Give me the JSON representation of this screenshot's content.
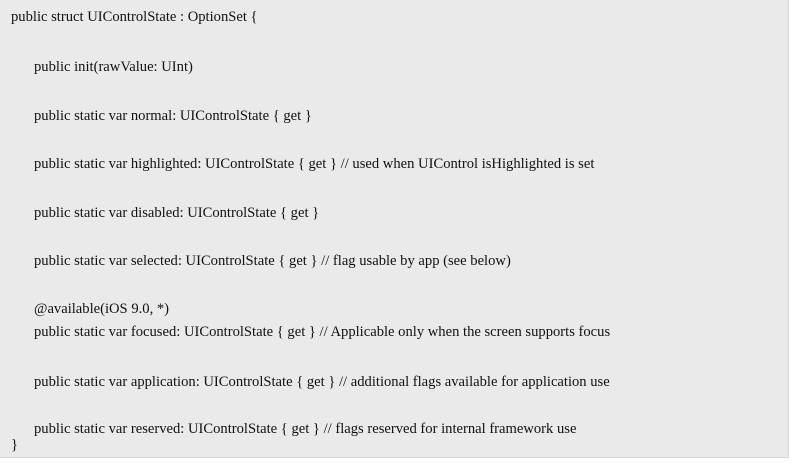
{
  "code": {
    "lines": [
      "public struct UIControlState : OptionSet {",
      "public init(rawValue: UInt)",
      "public static var normal: UIControlState { get }",
      "public static var highlighted: UIControlState { get } // used when UIControl isHighlighted is set",
      "public static var disabled: UIControlState { get }",
      "public static var selected: UIControlState { get } // flag usable by app (see below)",
      "@available(iOS 9.0, *)",
      "public static var focused: UIControlState { get } // Applicable only when the screen supports focus",
      "public static var application: UIControlState { get } // additional flags available for application use",
      "public static var reserved: UIControlState { get } // flags reserved for internal framework use",
      "}"
    ]
  },
  "colors": {
    "panel_background": "#eaeaea",
    "text": "#111111"
  }
}
